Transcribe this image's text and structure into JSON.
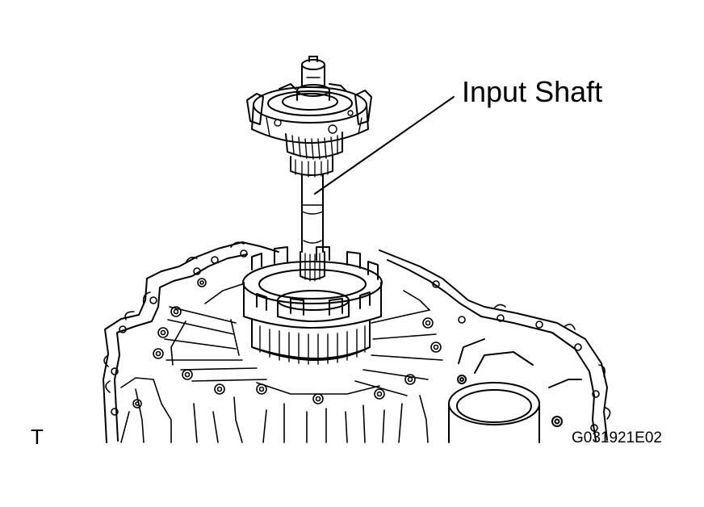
{
  "diagram": {
    "callout_label": "Input Shaft",
    "view_letter": "T",
    "figure_code": "G031921E02"
  },
  "colors": {
    "line": "#000000",
    "background": "#ffffff"
  }
}
